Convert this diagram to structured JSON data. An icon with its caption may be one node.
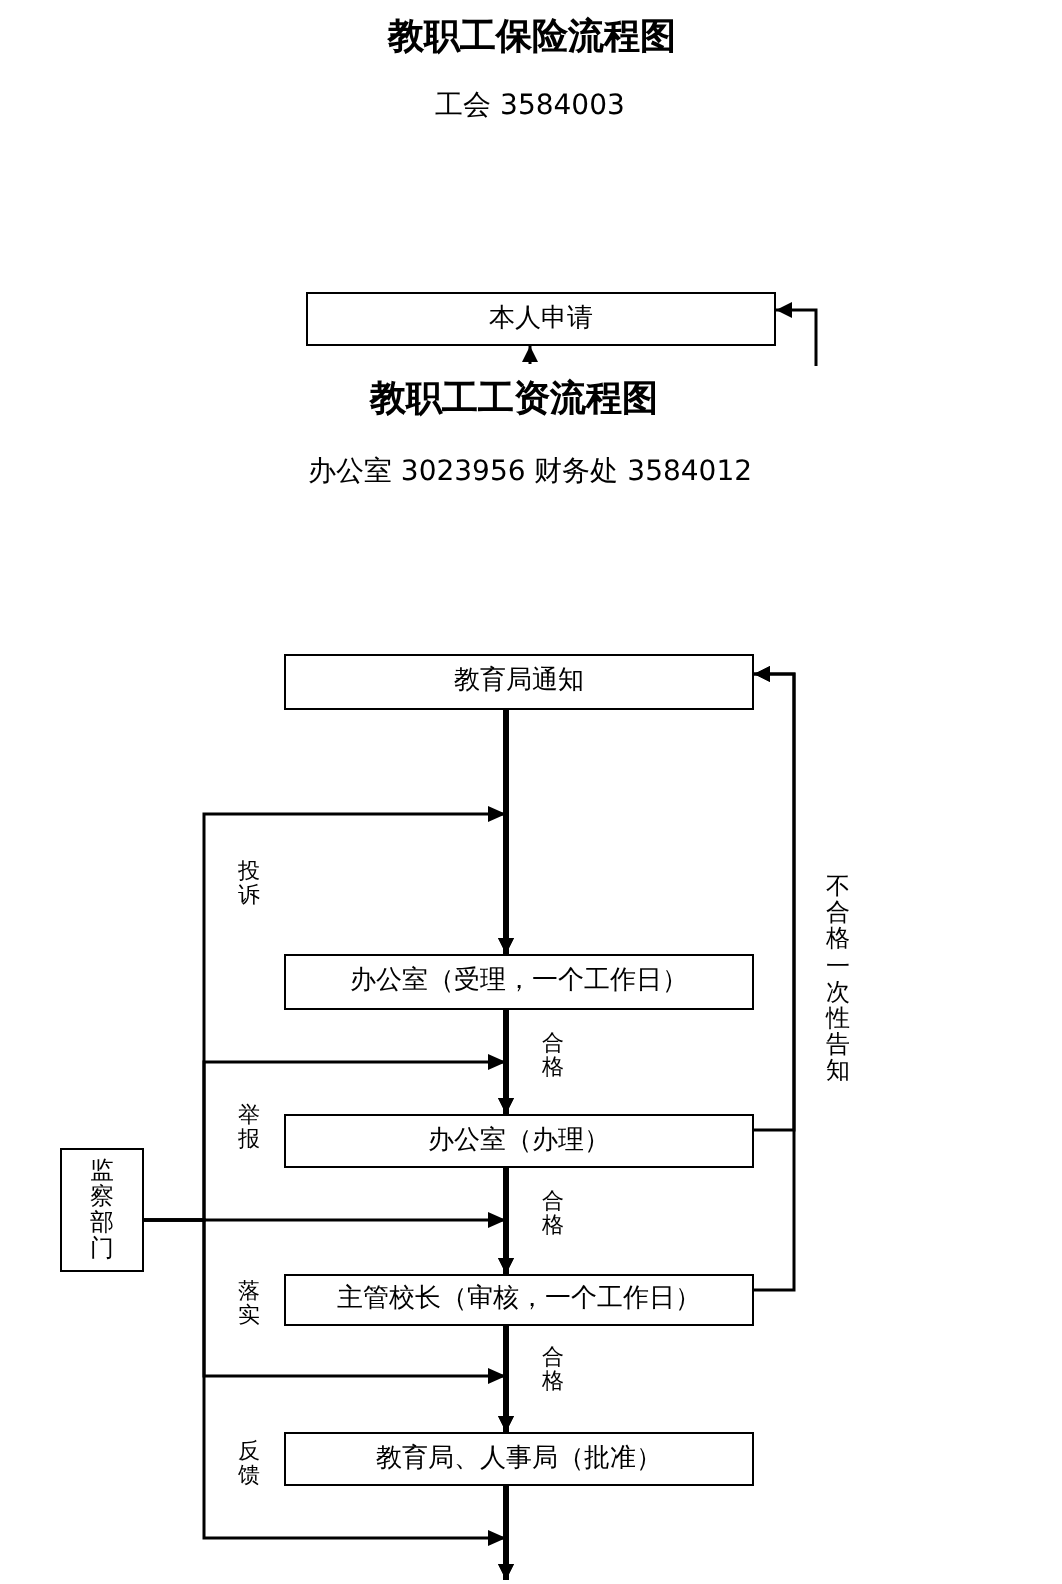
{
  "diagram": {
    "title": "教职工保险流程图",
    "nodes": [
      {
        "text": [
          "本人申请"
        ]
      },
      {
        "text": [
          "教职工工资流程图"
        ]
      },
      {
        "text": [
          "教育局通知"
        ]
      },
      {
        "text": [
          "办公室（受理，一个工作日）"
        ]
      },
      {
        "text": [
          "办公室（办理）"
        ]
      },
      {
        "text": [
          "主管校长（审核，一个工作日）"
        ]
      },
      {
        "text": [
          "教育局、人事局（批准）"
        ]
      },
      {
        "text": [
          "监察部门"
        ]
      }
    ],
    "edges": [
      {
        "from": 1,
        "to": 0,
        "arrow": "to"
      },
      {
        "from": null,
        "to": 0,
        "arrow": "to"
      },
      {
        "from": 2,
        "to": 3,
        "arrow": "to",
        "style": "thick"
      },
      {
        "from": 3,
        "to": 4,
        "arrow": "to",
        "style": "thick",
        "label": "合格"
      },
      {
        "from": 4,
        "to": 5,
        "arrow": "to",
        "style": "thick",
        "label": "合格"
      },
      {
        "from": 5,
        "to": 6,
        "arrow": "to",
        "style": "thick",
        "label": "合格"
      },
      {
        "from": 6,
        "to": null,
        "arrow": "to",
        "style": "thick"
      },
      {
        "from": 4,
        "to": 2,
        "arrow": "to",
        "label": "不合格一次性告知"
      },
      {
        "from": 5,
        "to": 2,
        "arrow": "to"
      },
      {
        "from": 7,
        "to": 3,
        "arrow": "to",
        "label": "投诉"
      },
      {
        "from": 7,
        "to": 4,
        "arrow": "to",
        "label": "举报"
      },
      {
        "from": 7,
        "to": 5,
        "arrow": "to",
        "label": "落实"
      },
      {
        "from": 7,
        "to": 6,
        "arrow": "to",
        "label": "反馈"
      },
      {
        "from": 7,
        "to": null,
        "arrow": "to"
      }
    ],
    "labels": [
      "工会 3584003",
      "办公室 3023956 财务处 3584012"
    ]
  }
}
